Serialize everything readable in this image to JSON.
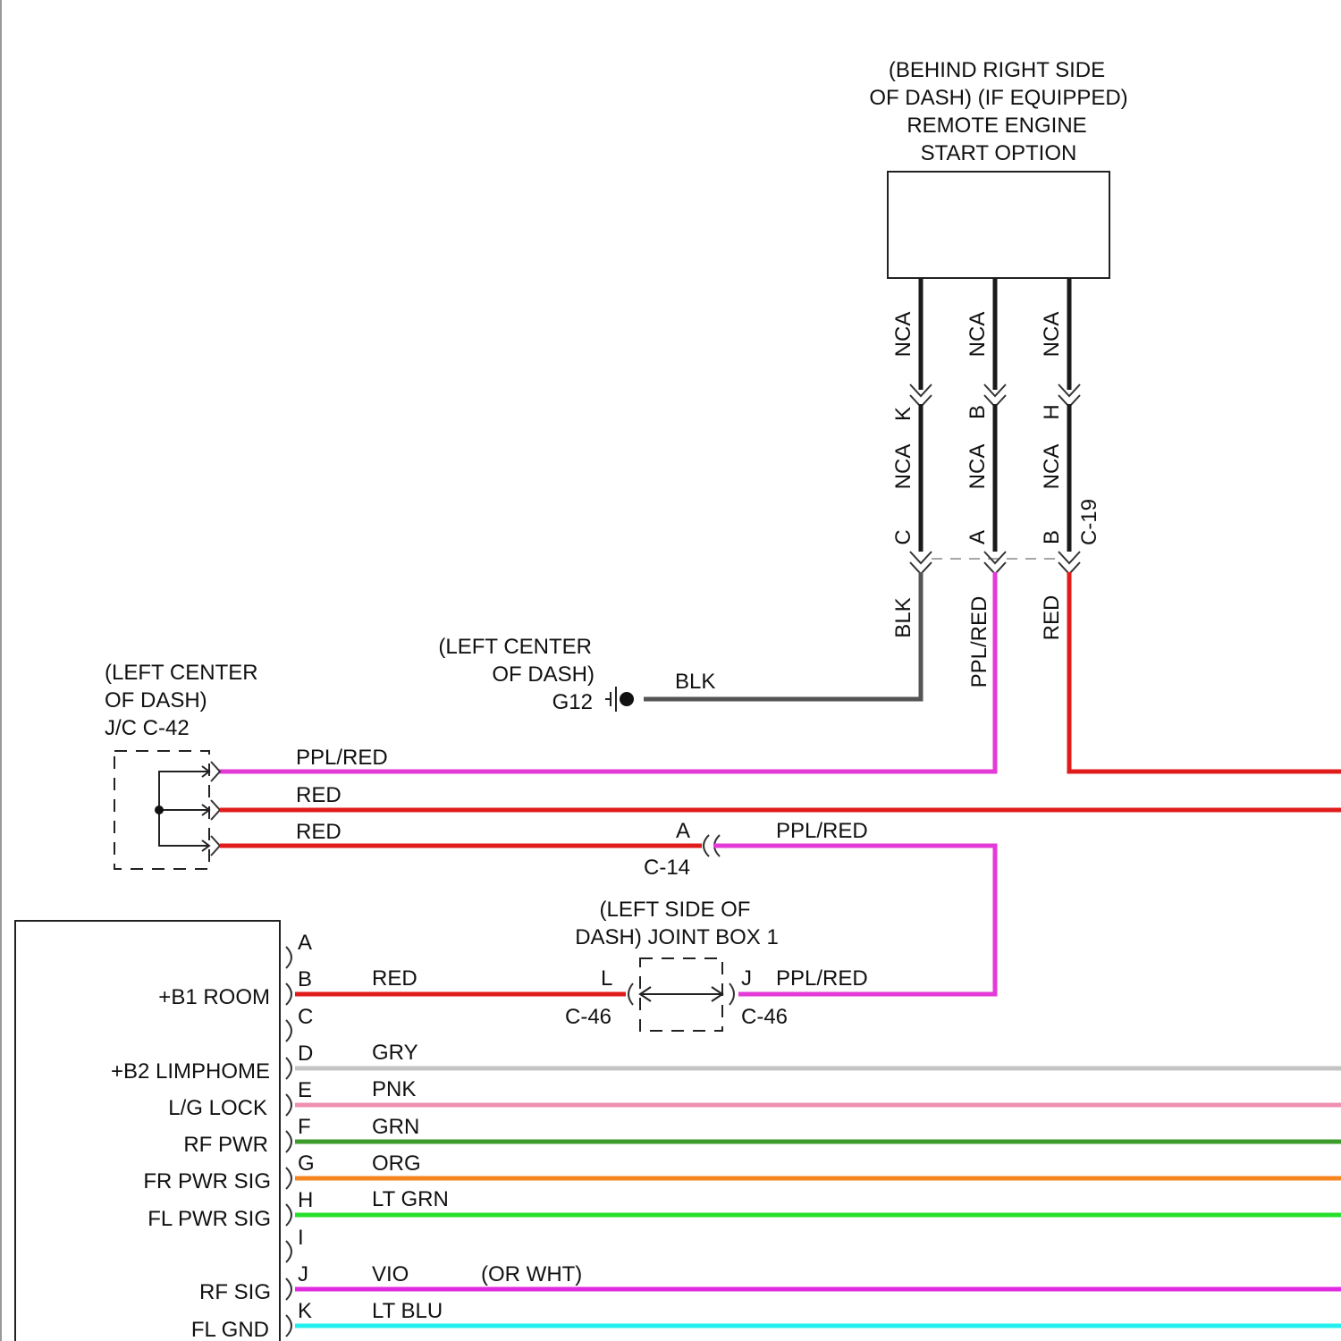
{
  "colors": {
    "BLK": "#555555",
    "RED": "#e01b1b",
    "PPL_RED": "#e43ad7",
    "GRY": "#c4c4c4",
    "PNK": "#ef8fb2",
    "GRN": "#3c9b2a",
    "ORG": "#f5851f",
    "LT_GRN": "#27e02b",
    "VIO": "#e02be0",
    "LT_BLU": "#22f0ef",
    "NCA": "#1a1a1a"
  },
  "remote_start": {
    "label_lines": [
      "(BEHIND RIGHT SIDE",
      "OF DASH) (IF EQUIPPED)",
      "REMOTE ENGINE",
      "START OPTION"
    ],
    "upper_wire_label": "NCA",
    "mid_wire_label": "NCA",
    "upper_pins": [
      "K",
      "B",
      "H"
    ],
    "lower_pins": [
      "C",
      "A",
      "B"
    ],
    "lower_connector": "C-19"
  },
  "wire_labels": {
    "blk_vertical": "BLK",
    "pplred_vertical": "PPL/RED",
    "red_vertical": "RED"
  },
  "ground": {
    "label_lines": [
      "(LEFT CENTER",
      "OF DASH)"
    ],
    "id": "G12",
    "wire": "BLK"
  },
  "jc": {
    "label_lines": [
      "(LEFT CENTER",
      "OF DASH)",
      "J/C C-42"
    ],
    "wires": [
      "PPL/RED",
      "RED",
      "RED"
    ]
  },
  "c14": {
    "pin": "A",
    "connector": "C-14",
    "wire_right": "PPL/RED"
  },
  "joint_box": {
    "label_lines": [
      "(LEFT SIDE OF",
      "DASH) JOINT BOX 1"
    ],
    "left_pin": "L",
    "right_pin": "J",
    "left_connector": "C-46",
    "right_connector": "C-46",
    "left_wire": "RED",
    "right_wire": "PPL/RED"
  },
  "module": {
    "pins": [
      "A",
      "B",
      "C",
      "D",
      "E",
      "F",
      "G",
      "H",
      "I",
      "J",
      "K"
    ],
    "functions": {
      "B": "+B1 ROOM",
      "D": "+B2 LIMPHOME",
      "E": "L/G LOCK",
      "F": "RF PWR",
      "G": "FR PWR SIG",
      "H": "FL PWR SIG",
      "J": "RF SIG",
      "K": "FL GND"
    },
    "wires": {
      "D": "GRY",
      "E": "PNK",
      "F": "GRN",
      "G": "ORG",
      "H": "LT GRN",
      "J": "VIO",
      "K": "LT BLU"
    },
    "note_J": "(OR WHT)"
  }
}
